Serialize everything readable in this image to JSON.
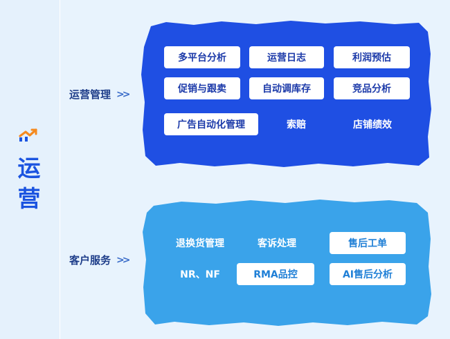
{
  "title_chars": [
    "运",
    "营"
  ],
  "icon": "trend-up-icon",
  "colors": {
    "ops_blob": "#1f4fe3",
    "service_blob": "#3aa3ea",
    "title": "#1b54e0",
    "label": "#1f3e8a",
    "background": "#e9f3fd"
  },
  "sections": {
    "operations": {
      "label": "运营管理",
      "items": [
        {
          "label": "多平台分析",
          "boxed": true
        },
        {
          "label": "运营日志",
          "boxed": true
        },
        {
          "label": "利润预估",
          "boxed": true
        },
        {
          "label": "促销与跟卖",
          "boxed": true
        },
        {
          "label": "自动调库存",
          "boxed": true
        },
        {
          "label": "竞品分析",
          "boxed": true
        },
        {
          "label": "广告自动化管理",
          "boxed": true
        },
        {
          "label": "索赔",
          "boxed": false
        },
        {
          "label": "店铺绩效",
          "boxed": false
        }
      ]
    },
    "customer_service": {
      "label": "客户服务",
      "items": [
        {
          "label": "退换货管理",
          "boxed": false
        },
        {
          "label": "客诉处理",
          "boxed": false
        },
        {
          "label": "售后工单",
          "boxed": true
        },
        {
          "label": "NR、NF",
          "boxed": false
        },
        {
          "label": "RMA品控",
          "boxed": true
        },
        {
          "label": "AI售后分析",
          "boxed": true
        }
      ]
    }
  }
}
